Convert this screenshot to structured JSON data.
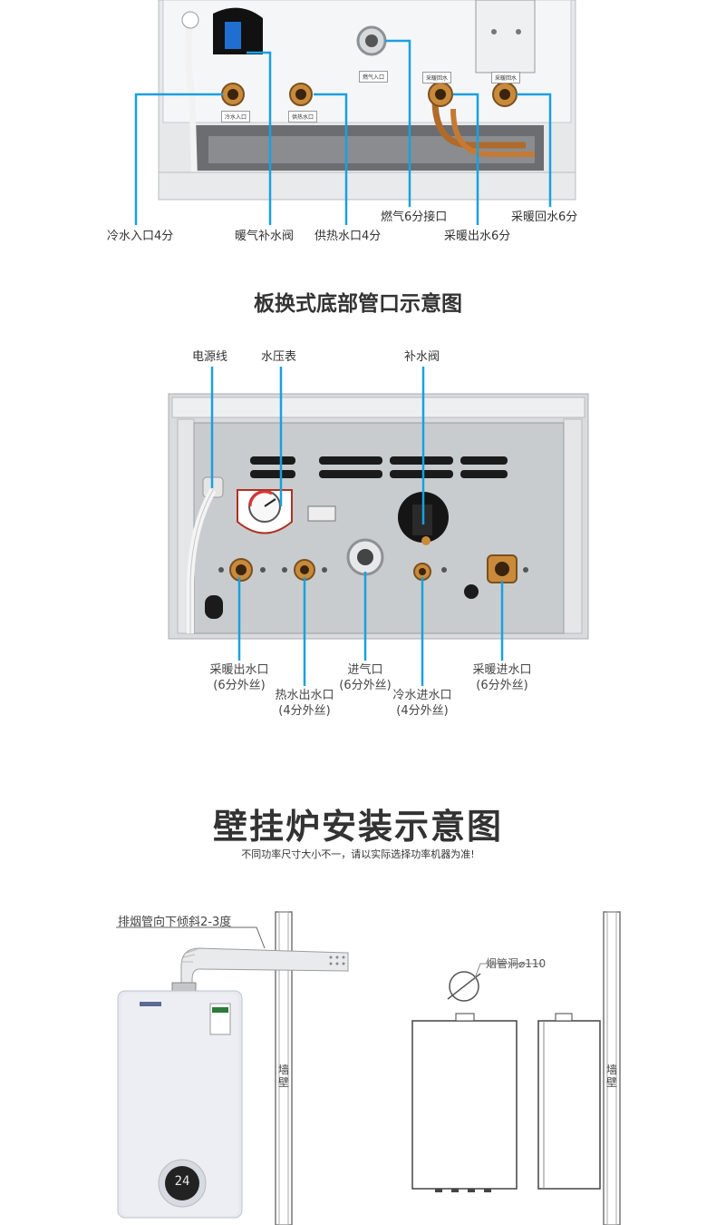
{
  "section1": {
    "fitting_tags": [
      "冷水入口",
      "供热水口",
      "燃气入口",
      "采暖回水",
      "采暖回水"
    ],
    "callouts": [
      "冷水入口4分",
      "暖气补水阀",
      "供热水口4分",
      "燃气6分接口",
      "采暖出水6分",
      "采暖回水6分"
    ]
  },
  "section2": {
    "title": "板换式底部管口示意图",
    "top_labels": [
      "电源线",
      "水压表",
      "补水阀"
    ],
    "bottom_labels": [
      {
        "name": "采暖出水口",
        "spec": "(6分外丝)"
      },
      {
        "name": "热水出水口",
        "spec": "(4分外丝)"
      },
      {
        "name": "进气口",
        "spec": "(6分外丝)"
      },
      {
        "name": "冷水进水口",
        "spec": "(4分外丝)"
      },
      {
        "name": "采暖进水口",
        "spec": "(6分外丝)"
      }
    ]
  },
  "section3": {
    "title": "壁挂炉安装示意图",
    "subtitle": "不同功率尺寸大小不一，请以实际选择功率机器为准!",
    "flue_label": "排烟管向下倾斜2-3度",
    "flue_hole_label": "烟管洞⌀110",
    "wall_label": "墙壁",
    "display_value": "24"
  },
  "colors": {
    "accent": "#1aa0e0",
    "text": "#333333"
  }
}
